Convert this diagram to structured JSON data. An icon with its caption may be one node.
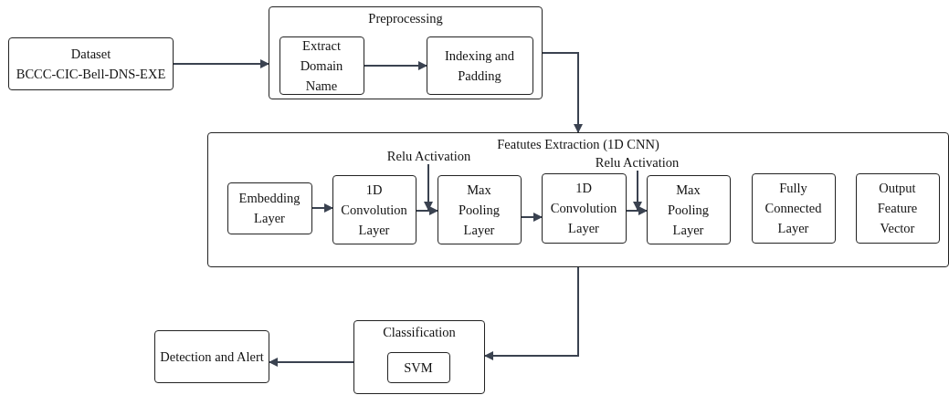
{
  "diagram": {
    "nodes": [
      {
        "text": [
          "Dataset",
          "BCCC-CIC-Bell-DNS-EXE"
        ]
      },
      {
        "text": [
          "Preprocessing"
        ]
      },
      {
        "text": [
          "Extract Domain Name"
        ],
        "in": 1
      },
      {
        "text": [
          "Indexing and Padding"
        ],
        "in": 1
      },
      {
        "text": [
          "Featutes Extraction (1D CNN)"
        ]
      },
      {
        "text": [
          "Embedding Layer"
        ],
        "in": 4
      },
      {
        "text": [
          "1D Convolution Layer"
        ],
        "in": 4
      },
      {
        "text": [
          "Max Pooling Layer"
        ],
        "in": 4
      },
      {
        "text": [
          "1D Convolution Layer"
        ],
        "in": 4
      },
      {
        "text": [
          "Max Pooling Layer"
        ],
        "in": 4
      },
      {
        "text": [
          "Fully Connected Layer"
        ],
        "in": 4
      },
      {
        "text": [
          "Output Feature Vector"
        ],
        "in": 4
      },
      {
        "text": [
          "Relu Activation"
        ],
        "in": 4
      },
      {
        "text": [
          "Relu Activation"
        ],
        "in": 4
      },
      {
        "text": [
          "Classification"
        ]
      },
      {
        "text": [
          "SVM"
        ],
        "in": 14
      },
      {
        "text": [
          "Detection and Alert"
        ]
      }
    ],
    "edges": [
      {
        "from": 0,
        "to": 1,
        "arrow": "to"
      },
      {
        "from": 2,
        "to": 3,
        "arrow": "to"
      },
      {
        "from": 1,
        "to": 4,
        "arrow": "to"
      },
      {
        "from": 5,
        "to": 6,
        "arrow": "to"
      },
      {
        "from": 6,
        "to": 7,
        "arrow": "to"
      },
      {
        "from": 7,
        "to": 8,
        "arrow": "to"
      },
      {
        "from": 8,
        "to": 9,
        "arrow": "to"
      },
      {
        "from": 12,
        "to": 7,
        "arrow": "to"
      },
      {
        "from": 13,
        "to": 9,
        "arrow": "to"
      },
      {
        "from": 4,
        "to": 14,
        "arrow": "to"
      },
      {
        "from": 14,
        "to": 16,
        "arrow": "to"
      }
    ]
  }
}
